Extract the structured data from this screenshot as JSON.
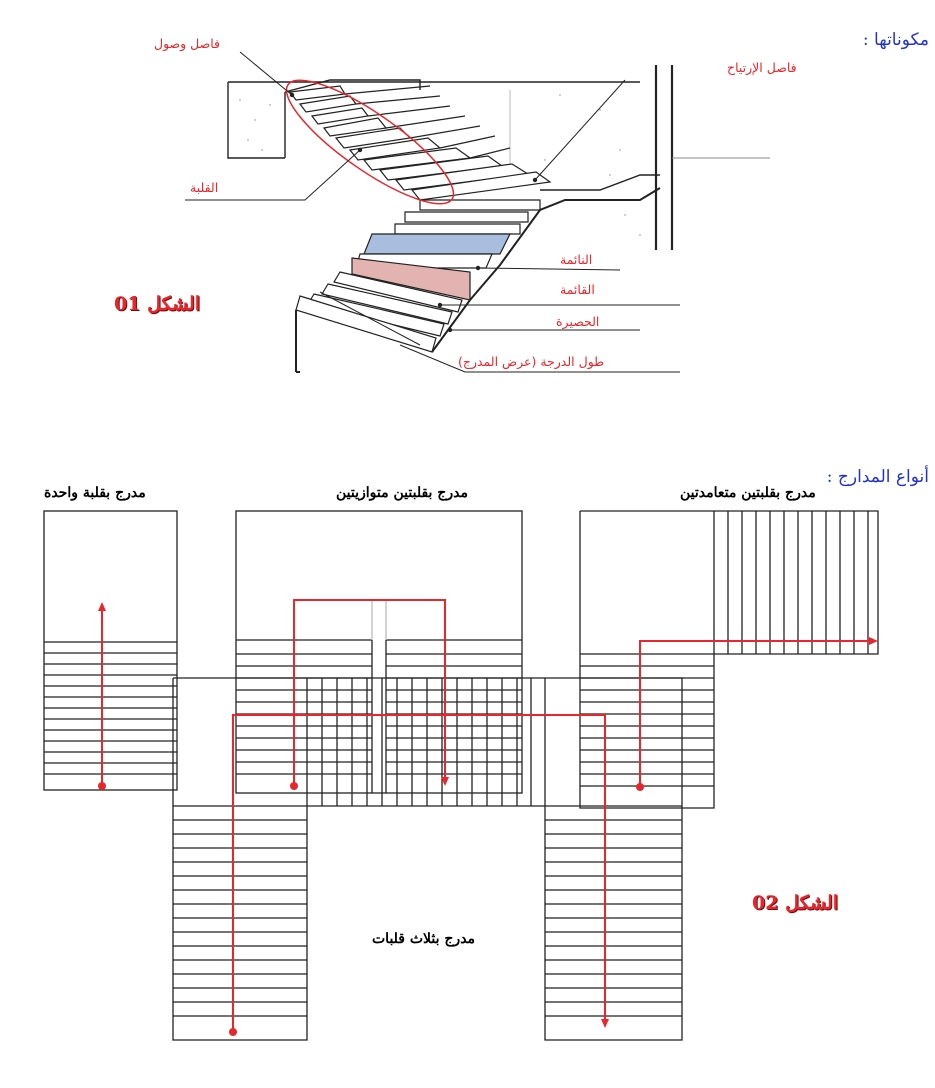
{
  "headings": {
    "components": "مكوناتها :",
    "types": "أنواع المدارج :"
  },
  "figure1": {
    "label": "الشكل 01",
    "labels": {
      "arrival_gap": "فاصل وصول",
      "rest_gap": "فاصل الإرتياح",
      "flight": "القلبة",
      "tread": "النائمة",
      "riser": "القائمة",
      "stringer": "الحصيرة",
      "step_length": "طول الدرجة (عرض المدرج)"
    },
    "colors": {
      "tread_highlight": "#a9bedf",
      "riser_highlight": "#e3b3b1",
      "annotation": "#e8262c"
    }
  },
  "figure2": {
    "label": "الشكل 02",
    "types": {
      "single": "مدرج بقلبة واحدة",
      "parallel": "مدرج بقلبتين متوازيتين",
      "perpendicular": "مدرج بقلبتين متعامدتين",
      "three": "مدرج بثلاث قلبات"
    },
    "colors": {
      "path": "#e8262c"
    }
  }
}
